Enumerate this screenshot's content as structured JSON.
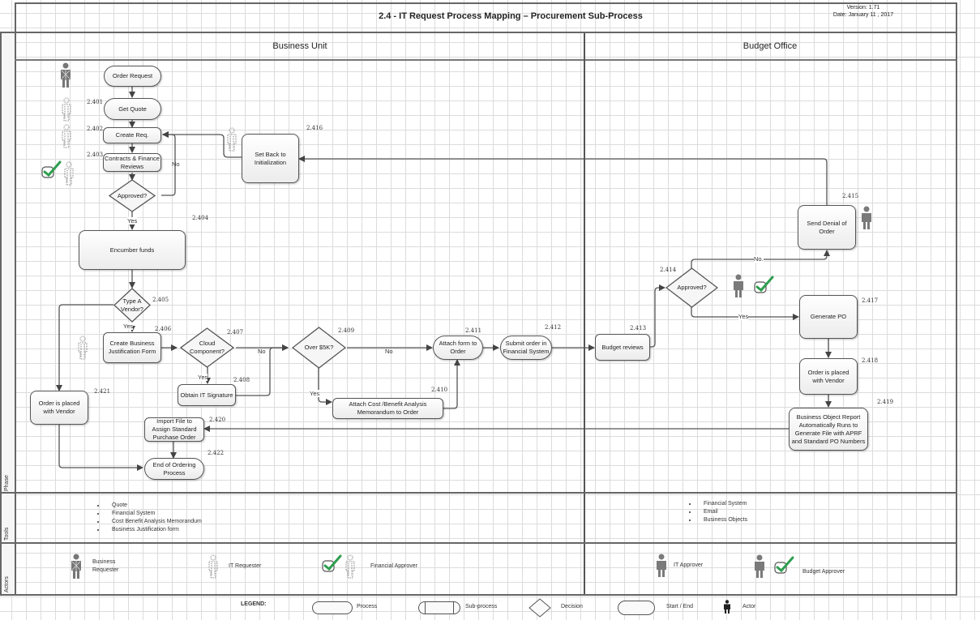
{
  "header": {
    "title": "2.4 - IT Request Process Mapping – Procurement Sub-Process",
    "version": "Version: 1.71",
    "date": "Date: January 11 , 2017"
  },
  "lanes": {
    "business_unit": "Business Unit",
    "budget_office": "Budget Office"
  },
  "row_labels": {
    "phase": "Phase",
    "tools": "Tools",
    "actors": "Actors"
  },
  "nodes": {
    "order_request": {
      "label": "Order Request"
    },
    "get_quote": {
      "label": "Get Quote",
      "num": "2.401"
    },
    "create_req": {
      "label": "Create Req.",
      "num": "2.402"
    },
    "contracts_finance": {
      "label": "Contracts & Finance Reviews",
      "num": "2.403"
    },
    "approved_1": {
      "label": "Approved?"
    },
    "encumber": {
      "label": "Encumber funds",
      "num": "2.404"
    },
    "type_a_vendor": {
      "label": "Type A Vendor?",
      "num": "2.405"
    },
    "create_bjf": {
      "label": "Create Business Justification Form",
      "num": "2.406"
    },
    "cloud_component": {
      "label": "Cloud Component?",
      "num": "2.407"
    },
    "obtain_it_sig": {
      "label": "Obtain IT Signature",
      "num": "2.408"
    },
    "over_5k": {
      "label": "Over $5K?",
      "num": "2.409"
    },
    "attach_cba": {
      "label": "Attach Cost /Benefit Analysis Memorandum to Order",
      "num": "2.410"
    },
    "attach_form": {
      "label": "Attach form to Order",
      "num": "2.411"
    },
    "submit_order": {
      "label": "Submit order in Financial System",
      "num": "2.412"
    },
    "budget_reviews": {
      "label": "Budget reviews",
      "num": "2.413"
    },
    "approved_2": {
      "label": "Approved?",
      "num": "2.414"
    },
    "send_denial": {
      "label": "Send Denial of Order",
      "num": "2.415"
    },
    "set_back": {
      "label": "Set Back to Initialization",
      "num": "2.416"
    },
    "generate_po": {
      "label": "Generate PO",
      "num": "2.417"
    },
    "order_placed_bo": {
      "label": "Order is placed with Vendor",
      "num": "2.418"
    },
    "bo_report": {
      "label": "Business Object Report Automatically Runs to Generate File with APRF and Standard PO Numbers",
      "num": "2.419"
    },
    "import_file": {
      "label": "Import File to Assign Standard Purchase Order",
      "num": "2.420"
    },
    "order_placed_bu": {
      "label": "Order is placed with Vendor",
      "num": "2.421"
    },
    "end_ordering": {
      "label": "End of Ordering Process",
      "num": "2.422"
    }
  },
  "edge_labels": {
    "no": "No",
    "yes": "Yes",
    "no_dot": "No.",
    "yes_dot": "Yes"
  },
  "tools": {
    "business_unit": [
      "Quote",
      "Financial System",
      "Cost Benefit Analysis Memorandum",
      "Business Justification form"
    ],
    "budget_office": [
      "Financial System",
      "Email",
      "Business Objects"
    ]
  },
  "actors": {
    "business_requester": "Business Requester",
    "it_requester": "IT Requester",
    "financial_approver": "Financial Approver",
    "it_approver": "IT Approver",
    "budget_approver": "Budget Approver"
  },
  "legend": {
    "title": "LEGEND:",
    "process": "Process",
    "subprocess": "Sub-process",
    "decision": "Decision",
    "start_end": "Start / End",
    "actor": "Actor"
  },
  "colors": {
    "check_green": "#2e9e4f",
    "actor_gray": "#7a7a7a",
    "frame": "#666666"
  }
}
